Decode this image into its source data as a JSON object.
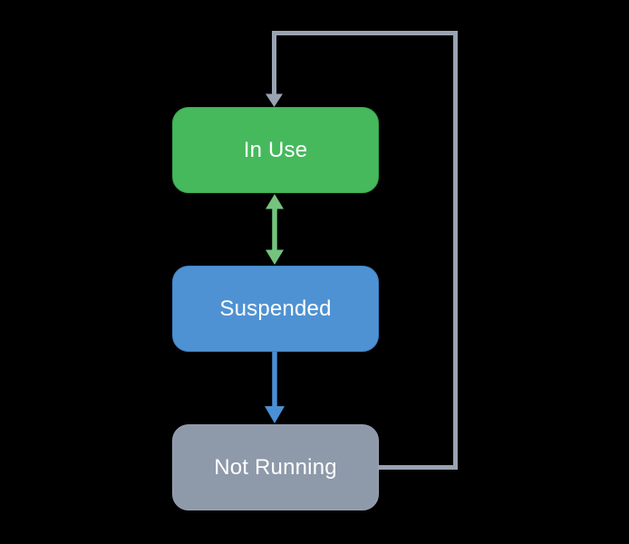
{
  "diagram": {
    "states": [
      {
        "id": "in-use",
        "label": "In Use",
        "color": "#45b95c"
      },
      {
        "id": "suspended",
        "label": "Suspended",
        "color": "#4f92d3"
      },
      {
        "id": "not-running",
        "label": "Not Running",
        "color": "#8e99aa"
      }
    ],
    "connectors": [
      {
        "id": "in-use-suspended",
        "type": "double-headed-arrow",
        "from": "in-use",
        "to": "suspended",
        "color": "#74c47e"
      },
      {
        "id": "suspended-not-running",
        "type": "arrow",
        "from": "suspended",
        "to": "not-running",
        "color": "#4b90d5"
      },
      {
        "id": "not-running-in-use-loop",
        "type": "arrow",
        "from": "not-running",
        "to": "in-use",
        "color": "#99a3b2"
      }
    ],
    "colors": {
      "background": "#000000",
      "state-in-use": "#45b95c",
      "state-in-use-border": "#3aa850",
      "state-suspended": "#4f92d3",
      "state-suspended-border": "#3f82c6",
      "state-not-running": "#8e99aa",
      "state-not-running-border": "#99a4b3",
      "arrow-loop": "#99a3b2",
      "arrow-suspend-resume": "#74c47e",
      "arrow-terminate": "#4b90d5",
      "label-text": "#ffffff"
    }
  }
}
